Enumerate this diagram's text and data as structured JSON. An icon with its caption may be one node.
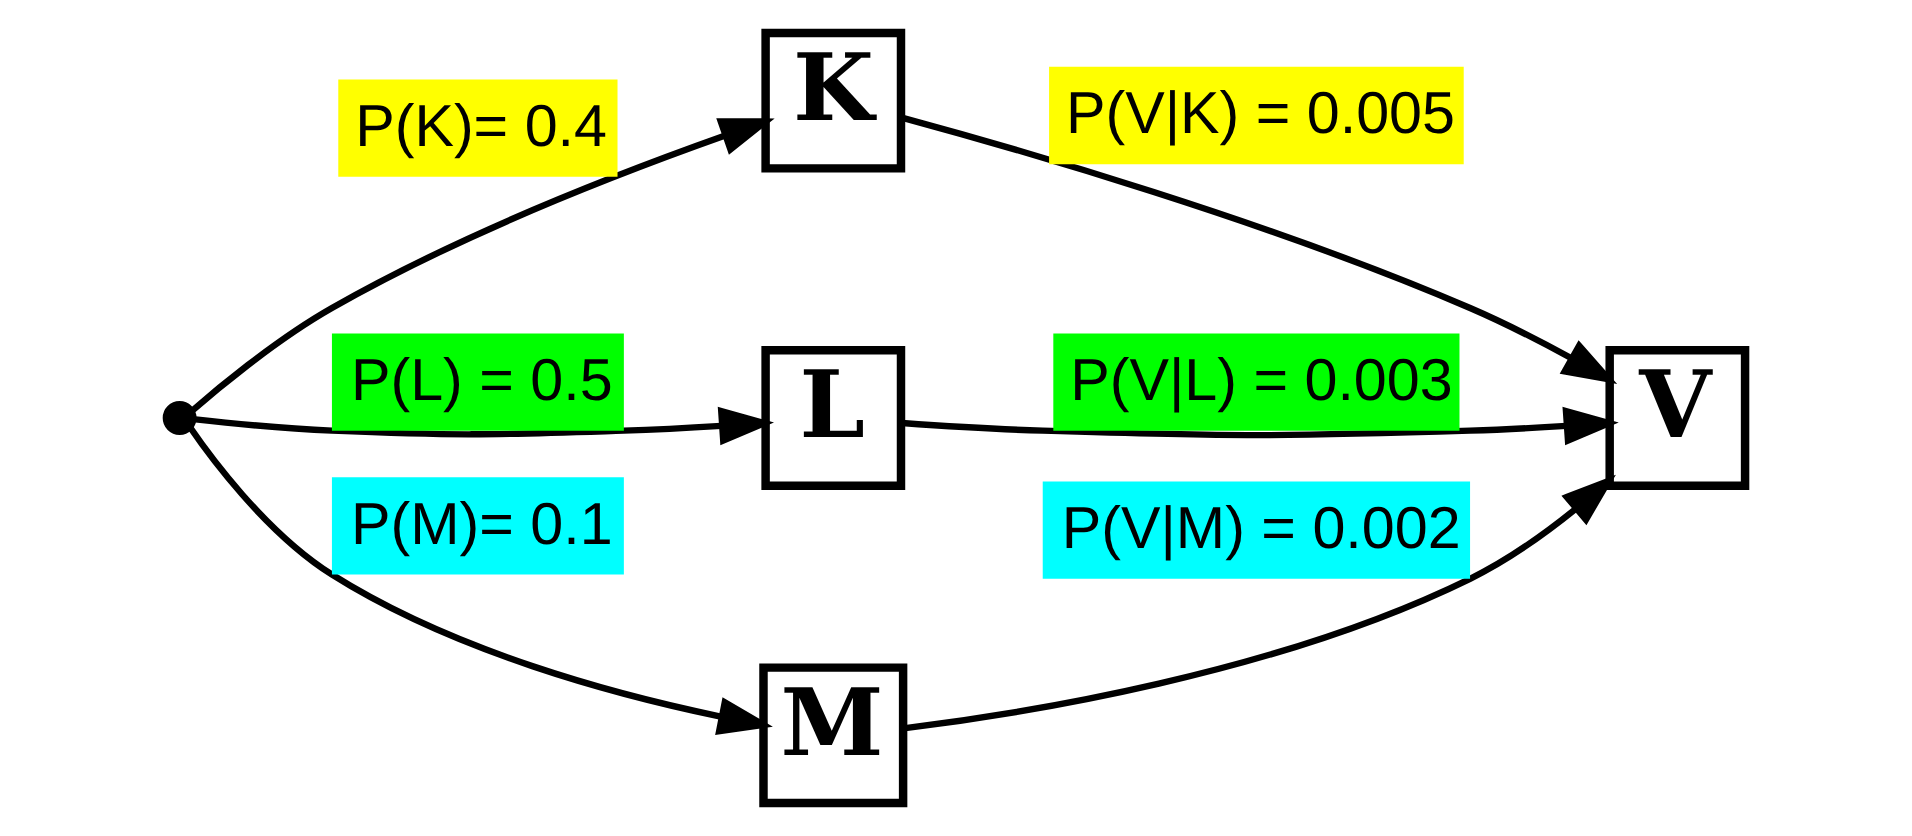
{
  "diagram": {
    "nodes": [
      {
        "text": [],
        "shape": "circle"
      },
      {
        "text": [
          "K"
        ]
      },
      {
        "text": [
          "L"
        ]
      },
      {
        "text": [
          "M"
        ]
      },
      {
        "text": [
          "V"
        ]
      }
    ],
    "edges": [
      {
        "from": 0,
        "to": 1,
        "arrow": "to",
        "label": "P(K)= 0.4"
      },
      {
        "from": 1,
        "to": 4,
        "arrow": "to",
        "label": "P(V|K) = 0.005"
      },
      {
        "from": 0,
        "to": 2,
        "arrow": "to",
        "label": "P(L) = 0.5"
      },
      {
        "from": 2,
        "to": 4,
        "arrow": "to",
        "label": "P(V|L) = 0.003"
      },
      {
        "from": 0,
        "to": 3,
        "arrow": "to",
        "label": "P(M)= 0.1"
      },
      {
        "from": 3,
        "to": 4,
        "arrow": "to",
        "label": "P(V|M) = 0.002"
      }
    ]
  }
}
